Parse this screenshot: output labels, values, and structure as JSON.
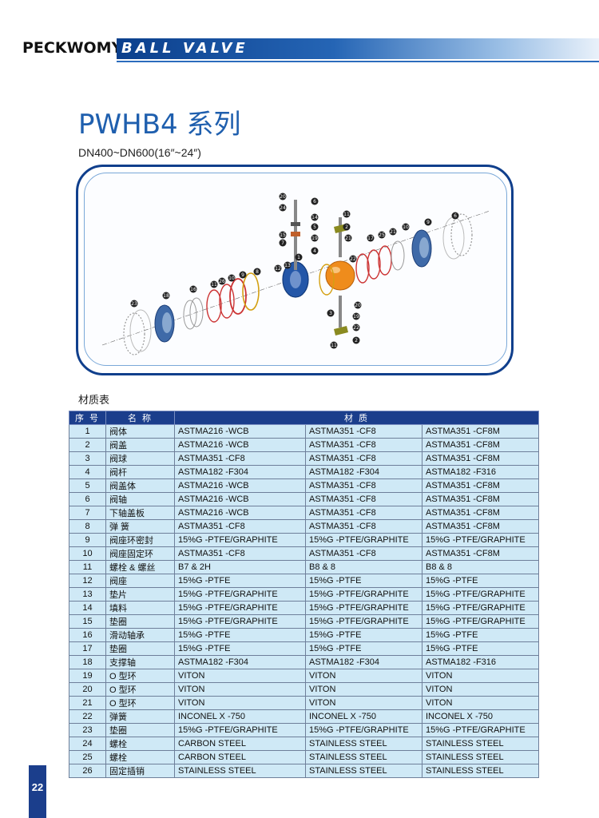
{
  "header": {
    "brand": "PECKWOMY",
    "band_title": "BALL VALVE"
  },
  "page": {
    "title": "PWHB4 系列",
    "subtitle": "DN400~DN600(16″~24″)",
    "section_label": "材质表",
    "page_number": "22"
  },
  "drawing": {
    "callouts": [
      "20",
      "24",
      "15",
      "7",
      "6",
      "14",
      "5",
      "19",
      "4",
      "1",
      "13",
      "12",
      "8",
      "9",
      "10",
      "26",
      "11",
      "16",
      "18",
      "23",
      "11",
      "2",
      "21",
      "22",
      "17",
      "25",
      "21",
      "10",
      "9",
      "6",
      "3",
      "20",
      "19",
      "22",
      "2",
      "11"
    ]
  },
  "table": {
    "headers": {
      "no": "序 号",
      "name": "名 称",
      "material": "材 质"
    },
    "rows": [
      {
        "no": "1",
        "name": "阀体",
        "m1": "ASTMA216 -WCB",
        "m2": "ASTMA351 -CF8",
        "m3": "ASTMA351 -CF8M"
      },
      {
        "no": "2",
        "name": "阀盖",
        "m1": "ASTMA216 -WCB",
        "m2": "ASTMA351 -CF8",
        "m3": "ASTMA351 -CF8M"
      },
      {
        "no": "3",
        "name": "阀球",
        "m1": "ASTMA351 -CF8",
        "m2": "ASTMA351 -CF8",
        "m3": "ASTMA351 -CF8M"
      },
      {
        "no": "4",
        "name": "阀杆",
        "m1": "ASTMA182 -F304",
        "m2": "ASTMA182 -F304",
        "m3": "ASTMA182 -F316"
      },
      {
        "no": "5",
        "name": "阀盖体",
        "m1": "ASTMA216 -WCB",
        "m2": "ASTMA351 -CF8",
        "m3": "ASTMA351 -CF8M"
      },
      {
        "no": "6",
        "name": "阀轴",
        "m1": "ASTMA216 -WCB",
        "m2": "ASTMA351 -CF8",
        "m3": "ASTMA351 -CF8M"
      },
      {
        "no": "7",
        "name": "下轴盖板",
        "m1": "ASTMA216 -WCB",
        "m2": "ASTMA351 -CF8",
        "m3": "ASTMA351 -CF8M"
      },
      {
        "no": "8",
        "name": "弹 簧",
        "m1": "ASTMA351 -CF8",
        "m2": "ASTMA351 -CF8",
        "m3": "ASTMA351 -CF8M"
      },
      {
        "no": "9",
        "name": "阀座环密封",
        "m1": "15%G -PTFE/GRAPHITE",
        "m2": "15%G -PTFE/GRAPHITE",
        "m3": "15%G -PTFE/GRAPHITE"
      },
      {
        "no": "10",
        "name": "阀座固定环",
        "m1": "ASTMA351 -CF8",
        "m2": "ASTMA351 -CF8",
        "m3": "ASTMA351 -CF8M"
      },
      {
        "no": "11",
        "name": "螺栓 & 螺丝",
        "m1": "B7 & 2H",
        "m2": "B8 & 8",
        "m3": "B8 & 8"
      },
      {
        "no": "12",
        "name": "阀座",
        "m1": "15%G -PTFE",
        "m2": "15%G -PTFE",
        "m3": "15%G -PTFE"
      },
      {
        "no": "13",
        "name": "垫片",
        "m1": "15%G -PTFE/GRAPHITE",
        "m2": "15%G -PTFE/GRAPHITE",
        "m3": "15%G -PTFE/GRAPHITE"
      },
      {
        "no": "14",
        "name": "填料",
        "m1": "15%G -PTFE/GRAPHITE",
        "m2": "15%G -PTFE/GRAPHITE",
        "m3": "15%G -PTFE/GRAPHITE"
      },
      {
        "no": "15",
        "name": "垫圈",
        "m1": "15%G -PTFE/GRAPHITE",
        "m2": "15%G -PTFE/GRAPHITE",
        "m3": "15%G -PTFE/GRAPHITE"
      },
      {
        "no": "16",
        "name": "滑动轴承",
        "m1": "15%G -PTFE",
        "m2": "15%G -PTFE",
        "m3": "15%G -PTFE"
      },
      {
        "no": "17",
        "name": "垫圈",
        "m1": "15%G -PTFE",
        "m2": "15%G -PTFE",
        "m3": "15%G -PTFE"
      },
      {
        "no": "18",
        "name": "支撑轴",
        "m1": "ASTMA182 -F304",
        "m2": "ASTMA182 -F304",
        "m3": "ASTMA182 -F316"
      },
      {
        "no": "19",
        "name": "O 型环",
        "m1": "VITON",
        "m2": "VITON",
        "m3": "VITON"
      },
      {
        "no": "20",
        "name": "O 型环",
        "m1": "VITON",
        "m2": "VITON",
        "m3": "VITON"
      },
      {
        "no": "21",
        "name": "O 型环",
        "m1": "VITON",
        "m2": "VITON",
        "m3": "VITON"
      },
      {
        "no": "22",
        "name": "弹簧",
        "m1": "INCONEL X -750",
        "m2": "INCONEL X -750",
        "m3": "INCONEL X -750"
      },
      {
        "no": "23",
        "name": "垫圈",
        "m1": "15%G -PTFE/GRAPHITE",
        "m2": "15%G -PTFE/GRAPHITE",
        "m3": "15%G -PTFE/GRAPHITE"
      },
      {
        "no": "24",
        "name": "螺栓",
        "m1": "CARBON STEEL",
        "m2": "STAINLESS STEEL",
        "m3": "STAINLESS STEEL"
      },
      {
        "no": "25",
        "name": "螺栓",
        "m1": "CARBON STEEL",
        "m2": "STAINLESS STEEL",
        "m3": "STAINLESS STEEL"
      },
      {
        "no": "26",
        "name": "固定插销",
        "m1": "STAINLESS STEEL",
        "m2": "STAINLESS STEEL",
        "m3": "STAINLESS STEEL"
      }
    ]
  }
}
